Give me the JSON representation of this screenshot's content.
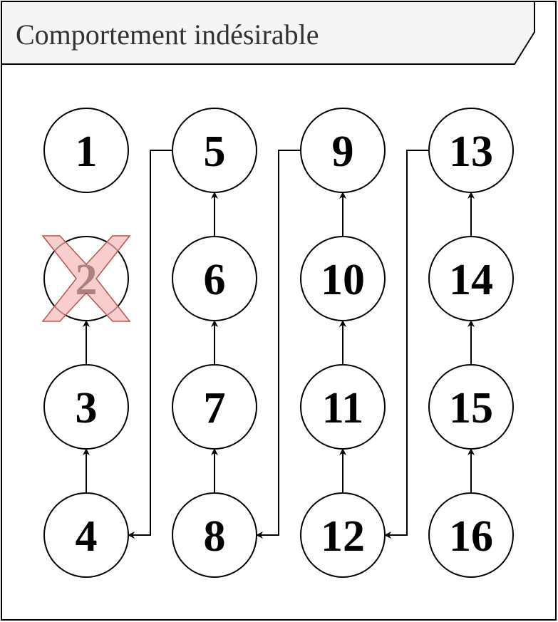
{
  "frame": {
    "title": "Comportement indésirable"
  },
  "colors": {
    "cross_fill": "#f5b8b8",
    "cross_stroke": "#b85450"
  },
  "nodes": [
    {
      "id": 1,
      "label": "1",
      "col": 0,
      "row": 0
    },
    {
      "id": 2,
      "label": "2",
      "col": 0,
      "row": 1,
      "crossed": true
    },
    {
      "id": 3,
      "label": "3",
      "col": 0,
      "row": 2
    },
    {
      "id": 4,
      "label": "4",
      "col": 0,
      "row": 3
    },
    {
      "id": 5,
      "label": "5",
      "col": 1,
      "row": 0
    },
    {
      "id": 6,
      "label": "6",
      "col": 1,
      "row": 1
    },
    {
      "id": 7,
      "label": "7",
      "col": 1,
      "row": 2
    },
    {
      "id": 8,
      "label": "8",
      "col": 1,
      "row": 3
    },
    {
      "id": 9,
      "label": "9",
      "col": 2,
      "row": 0
    },
    {
      "id": 10,
      "label": "10",
      "col": 2,
      "row": 1
    },
    {
      "id": 11,
      "label": "11",
      "col": 2,
      "row": 2
    },
    {
      "id": 12,
      "label": "12",
      "col": 2,
      "row": 3
    },
    {
      "id": 13,
      "label": "13",
      "col": 3,
      "row": 0
    },
    {
      "id": 14,
      "label": "14",
      "col": 3,
      "row": 1
    },
    {
      "id": 15,
      "label": "15",
      "col": 3,
      "row": 2
    },
    {
      "id": 16,
      "label": "16",
      "col": 3,
      "row": 3
    }
  ],
  "edges": [
    {
      "from": 3,
      "to": 2
    },
    {
      "from": 4,
      "to": 3
    },
    {
      "from": 5,
      "to": 4,
      "route": "wrap"
    },
    {
      "from": 6,
      "to": 5
    },
    {
      "from": 7,
      "to": 6
    },
    {
      "from": 8,
      "to": 7
    },
    {
      "from": 9,
      "to": 8,
      "route": "wrap"
    },
    {
      "from": 10,
      "to": 9
    },
    {
      "from": 11,
      "to": 10
    },
    {
      "from": 12,
      "to": 11
    },
    {
      "from": 13,
      "to": 12,
      "route": "wrap"
    },
    {
      "from": 14,
      "to": 13
    },
    {
      "from": 15,
      "to": 14
    },
    {
      "from": 16,
      "to": 15
    }
  ]
}
